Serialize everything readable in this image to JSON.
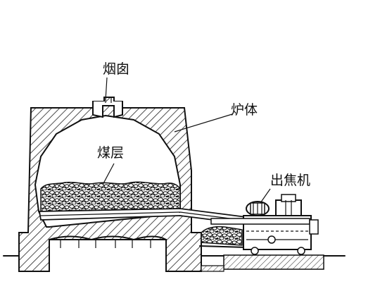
{
  "labels": {
    "chimney": "烟囱",
    "furnace_body": "炉体",
    "coal_layer": "煤层",
    "coke_pusher": "出焦机"
  }
}
